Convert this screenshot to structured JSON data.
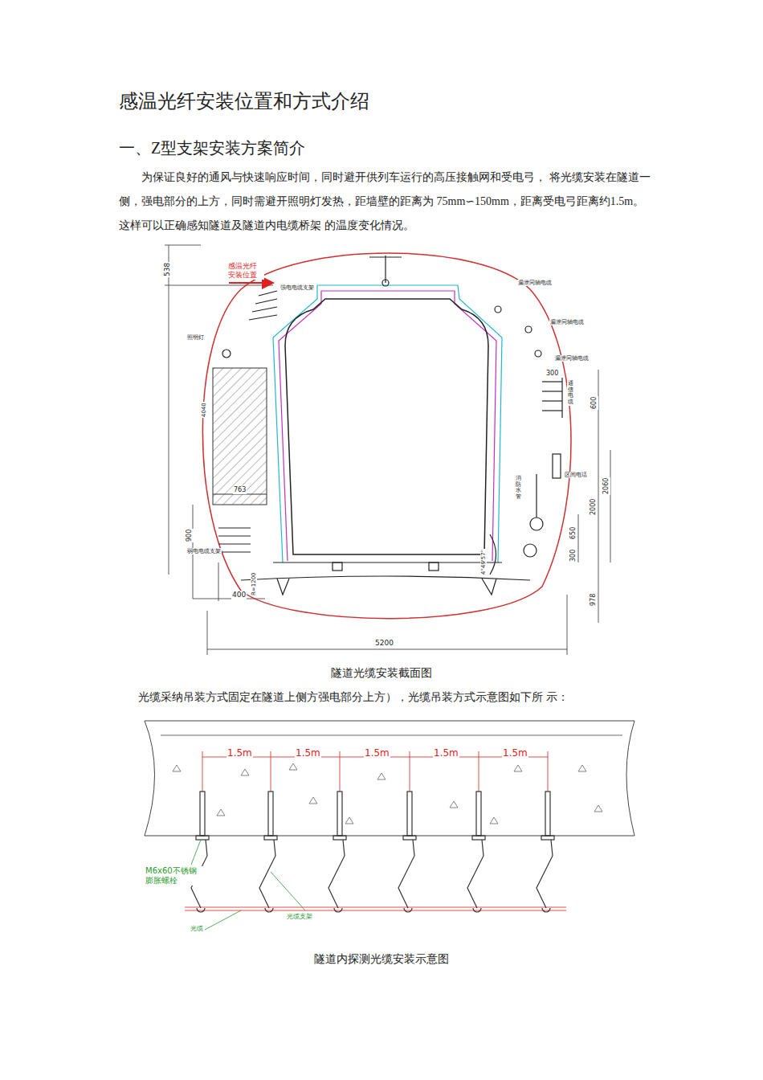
{
  "diagram": {
    "title": "感温光纤安装位置和方式介绍",
    "caption": "隧道内探测光缆安装示意图",
    "labels": [
      "一、Z型支架安装方案简介",
      "为保证良好的通风与快速响应时间，同时避开供列车运行的高压接触网和受电弓， 将光缆安装在隧道一侧，强电部分的上方，同时需避开照明灯发热，距墙壁的距离为 75mm∽150mm，距离受电弓距离约1.5m。这样可以正确感知隧道及隧道内电缆桥架 的温度变化情况。",
      "538",
      "感温光纤 安装位置",
      "强电电缆支架",
      "照明灯",
      "漏泄同轴电缆",
      "漏泄同轴电缆",
      "漏泄同轴电缆",
      "300",
      "600",
      "通信电缆",
      "4040",
      "763",
      "900",
      "弱电电缆支架",
      "400",
      "R=1200",
      "消防水管",
      "区间电话",
      "2000",
      "2060",
      "650",
      "300",
      "978",
      "4°49'57\"",
      "5200",
      "隧道光缆安装截面图",
      "光缆采纳吊装方式固定在隧道上侧方强电部分上方），光缆吊装方式示意图如下所 示：",
      "1.5m",
      "1.5m",
      "1.5m",
      "1.5m",
      "1.5m",
      "M6x60不锈钢膨胀螺栓",
      "光缆支架",
      "光缆"
    ]
  }
}
